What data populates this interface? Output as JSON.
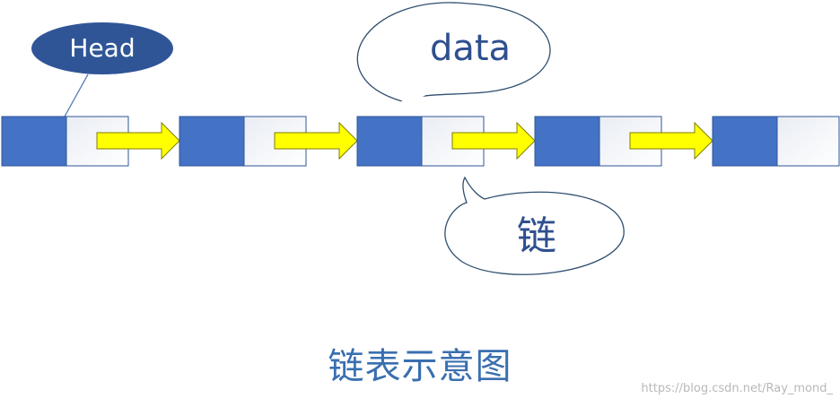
{
  "labels": {
    "head": "Head",
    "data": "data",
    "link": "链",
    "caption": "链表示意图",
    "watermark": "https://blog.csdn.net/Ray_mond_"
  },
  "colors": {
    "data_fill": "#4472c4",
    "pointer_fill": "#ffffff",
    "cell_stroke": "#2f5597",
    "arrow_fill": "#ffff00",
    "arrow_stroke": "#7f7f00",
    "head_fill": "#2f5597",
    "callout_text": "#2f4f8f",
    "caption": "#3a6fb0"
  },
  "node_count": 5,
  "icons": [
    "arrow-right-icon"
  ]
}
